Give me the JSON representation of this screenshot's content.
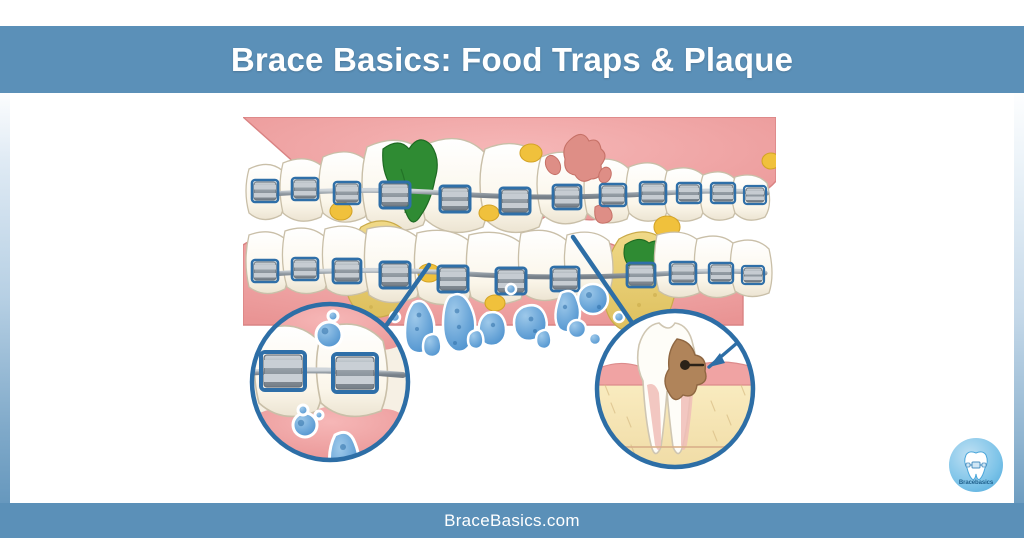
{
  "header": {
    "title": "Brace Basics: Food Traps & Plaque",
    "bar_color": "#5b90b8",
    "text_color": "#ffffff"
  },
  "footer": {
    "site": "BraceBasics.com",
    "bar_color": "#5b90b8",
    "text_color": "#ffffff"
  },
  "logo": {
    "name": "Bracebasics",
    "icon": "tooth-with-braces-icon",
    "circle_color": "#7cc3e8",
    "text_color": "#1f5f8b"
  },
  "illustration": {
    "name": "braces-food-traps-plaque-illustration",
    "description": "Frontal view of upper and lower teeth fitted with metal orthodontic brackets and archwires, showing trapped food debris and plaque along the gumline, with two magnified circular insets",
    "colors": {
      "gum": "#f0a3a3",
      "gum_shadow": "#e08c8c",
      "enamel": "#fdfaf1",
      "enamel_shadow": "#e9e2d2",
      "bracket_metal": "#9aa3ab",
      "bracket_dark": "#6b747d",
      "archwire": "#8d959d",
      "elastic_tie": "#2f6fa8",
      "food_green": "#2f8b33",
      "food_yellow": "#f0c13c",
      "food_red": "#e0867f",
      "plaque_yellow": "#e8cf6b",
      "bacteria_blue": "#5c9ed6",
      "inset_ring": "#2d6ea6",
      "dentin": "#f3e0bc",
      "cavity": "#b0845a",
      "pulp": "#e8a9a3",
      "bone": "#f6e2b0"
    },
    "insets": [
      {
        "id": "inset-left",
        "label": "plaque-buildup-closeup",
        "caption": "Magnified view of two bracketed teeth with blue plaque bacteria colonies along the gumline"
      },
      {
        "id": "inset-right",
        "label": "tooth-decay-cross-section",
        "caption": "Cross-section of a molar showing a brown cavity lesion in the enamel, indicated by a blue arrow"
      }
    ],
    "food_traps": [
      {
        "type": "green-leafy-food",
        "location": "upper-central-incisor"
      },
      {
        "type": "green-leafy-food",
        "location": "lower-right-premolar"
      },
      {
        "type": "yellow-corn-particle",
        "location": "upper-left-lateral"
      },
      {
        "type": "yellow-corn-particle",
        "location": "upper-right-canine"
      },
      {
        "type": "yellow-corn-particle",
        "location": "lower-left-incisor"
      },
      {
        "type": "red-food-fragment",
        "location": "upper-right-incisor"
      },
      {
        "type": "yellow-plaque-mass",
        "location": "lower-left-gumline"
      },
      {
        "type": "yellow-plaque-mass",
        "location": "lower-right-gumline"
      }
    ]
  }
}
